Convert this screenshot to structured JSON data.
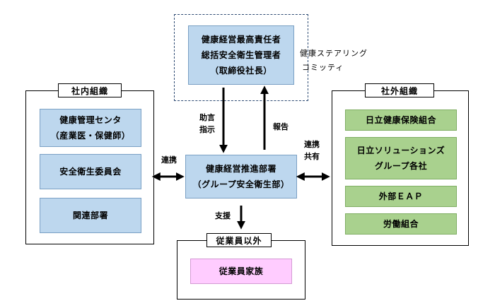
{
  "top": {
    "box_lines": [
      "健康経営最高責任者",
      "総括安全衛生管理者",
      "（取締役社長）"
    ],
    "steering_lines": [
      "健康ステアリング",
      "コミッティ"
    ]
  },
  "internal": {
    "title": "社内組織",
    "items": [
      {
        "lines": [
          "健康管理センタ",
          "（産業医・保健師）"
        ]
      },
      {
        "lines": [
          "安全衛生委員会"
        ]
      },
      {
        "lines": [
          "関連部署"
        ]
      }
    ]
  },
  "center": {
    "lines": [
      "健康経営推進部署",
      "（グループ安全衛生部）"
    ]
  },
  "external": {
    "title": "社外組織",
    "items": [
      {
        "lines": [
          "日立健康保険組合"
        ]
      },
      {
        "lines": [
          "日立ソリューションズ",
          "グループ各社"
        ]
      },
      {
        "lines": [
          "外部ＥＡＰ"
        ]
      },
      {
        "lines": [
          "労働組合"
        ]
      }
    ]
  },
  "non_employees": {
    "title": "従業員以外",
    "items": [
      {
        "lines": [
          "従業員家族"
        ]
      }
    ]
  },
  "labels": {
    "advice": [
      "助言",
      "指示"
    ],
    "report": "報告",
    "link_left": "連携",
    "link_right": [
      "連携",
      "共有"
    ],
    "support": "支援"
  }
}
